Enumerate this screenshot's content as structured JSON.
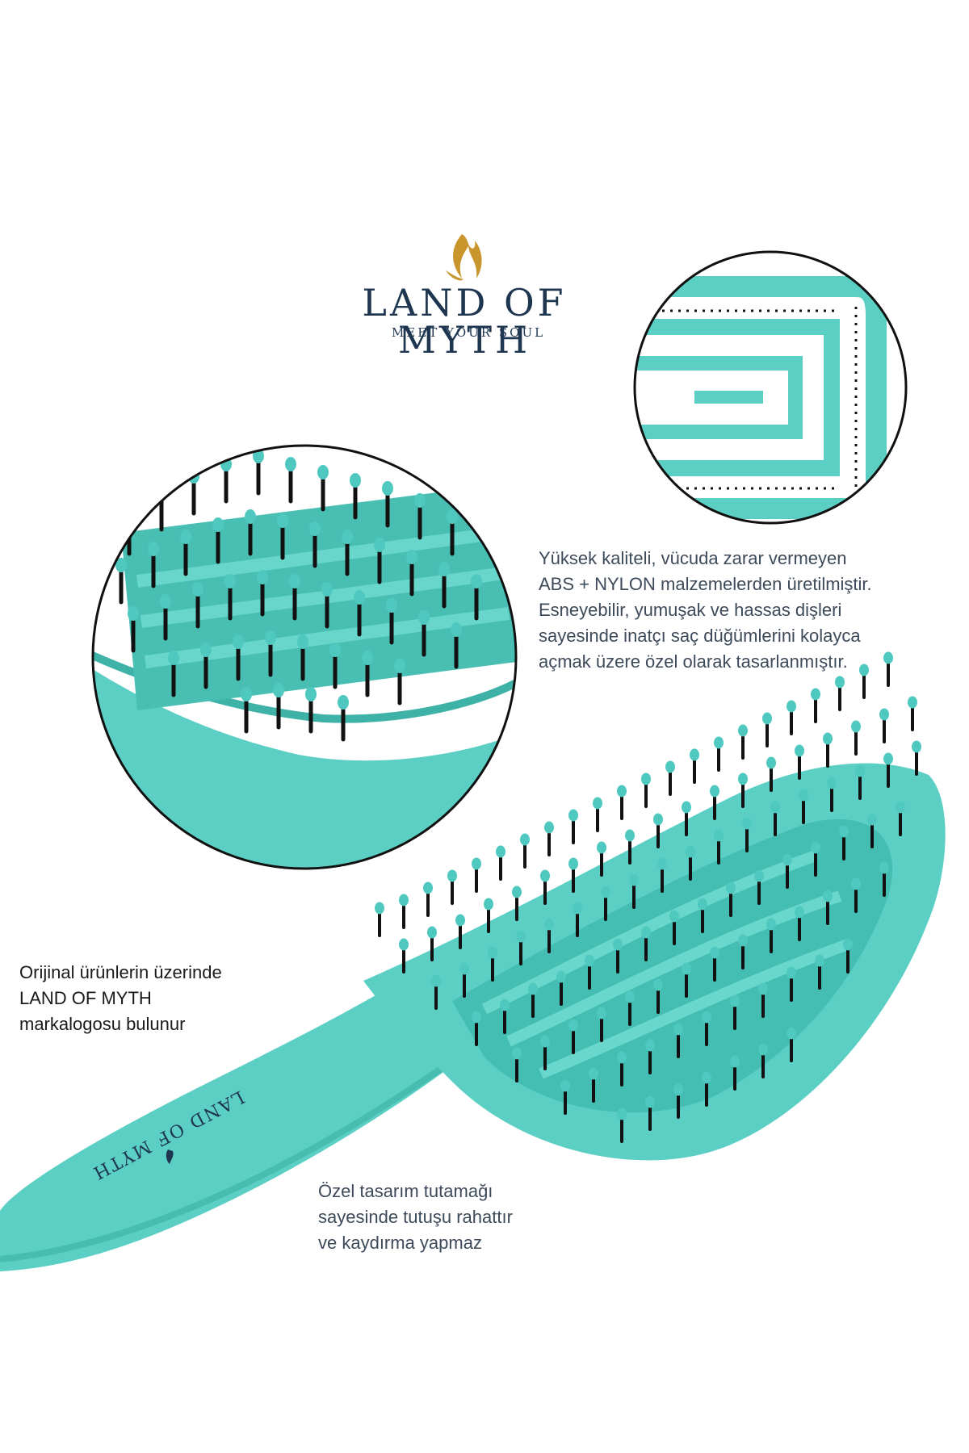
{
  "brand": {
    "name": "LAND OF MYTH",
    "tagline": "MEET YOUR SOUL",
    "handle_imprint": "LAND OF MYTH",
    "accent_gold": "#c9962e",
    "navy": "#1f3650"
  },
  "product": {
    "color_main": "#5ccfc4",
    "color_shadow": "#3fb2a7",
    "color_bristle": "#111111"
  },
  "captions": {
    "material": [
      "Yüksek kaliteli, vücuda zarar vermeyen",
      "ABS + NYLON malzemelerden üretilmiştir.",
      "Esneyebilir, yumuşak ve hassas dişleri",
      "sayesinde inatçı saç düğümlerini kolayca",
      "açmak üzere özel olarak tasarlanmıştır."
    ],
    "logo": [
      "Orijinal ürünlerin üzerinde",
      "LAND OF MYTH",
      "markalogosu bulunur"
    ],
    "handle": [
      "Özel tasarım tutamağı",
      "sayesinde tutuşu rahattır",
      "ve kaydırma yapmaz"
    ]
  }
}
